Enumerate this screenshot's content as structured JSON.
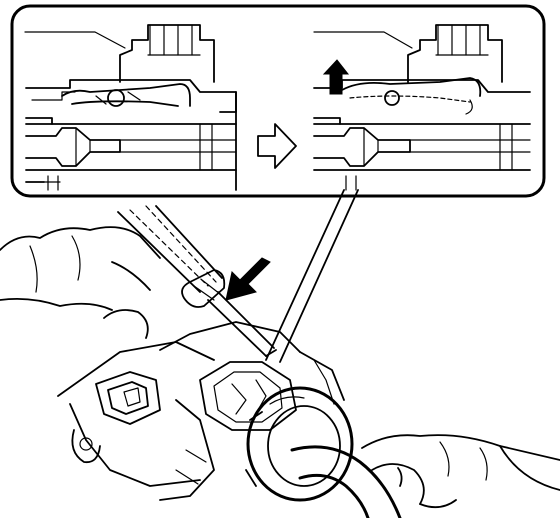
{
  "figure": {
    "detail_inset": {
      "left_view": "tab-engaged",
      "right_view": "tab-released",
      "transition_icon": "right-arrow-icon",
      "release_direction_icon": "up-arrow-icon"
    },
    "main_view": {
      "tool": "screwdriver",
      "action_icon": "push-arrow-icon",
      "part": "connector-housing",
      "hands": 2
    },
    "colors": {
      "ink": "#000000",
      "background": "#ffffff",
      "arrow_fill": "#000000"
    }
  }
}
